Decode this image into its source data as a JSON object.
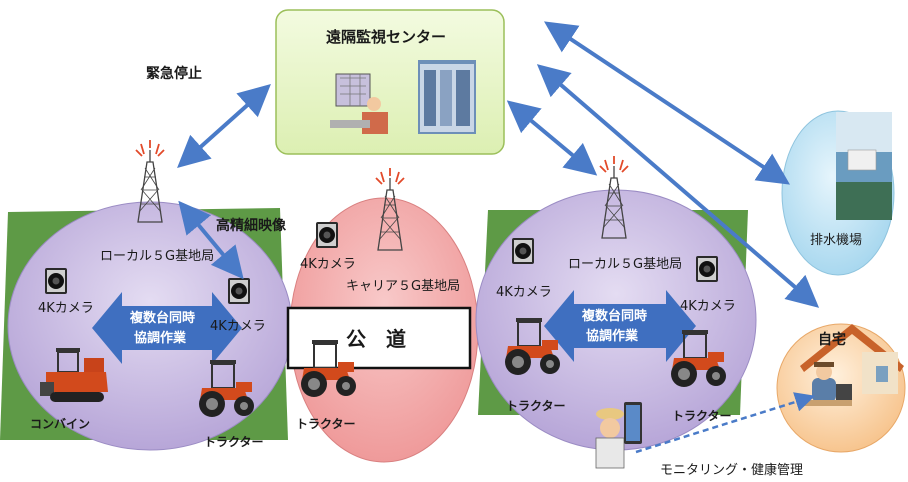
{
  "center": {
    "title": "遠隔監視センター"
  },
  "labels": {
    "emergency_stop": "緊急停止",
    "hd_video": "高精細映像",
    "monitoring": "モニタリング・健康管理",
    "pump_station": "排水機場",
    "home": "自宅",
    "public_road": "公　道"
  },
  "left_field": {
    "base_station": "ローカル５G基地局",
    "camera_left": "4Kカメラ",
    "camera_right": "4Kカメラ",
    "arrow_text_1": "複数台同時",
    "arrow_text_2": "協調作業",
    "vehicle_left": "コンバイン",
    "vehicle_right": "トラクター"
  },
  "middle_field": {
    "camera": "4Kカメラ",
    "base_station": "キャリア５G基地局",
    "vehicle": "トラクター"
  },
  "right_field": {
    "base_station": "ローカル５G基地局",
    "camera_left": "4Kカメラ",
    "camera_right": "4Kカメラ",
    "arrow_text_1": "複数台同時",
    "arrow_text_2": "協調作業",
    "vehicle_left": "トラクター",
    "vehicle_right": "トラクター"
  },
  "colors": {
    "field_green": "#5e9a46",
    "ellipse_purple": "#bfb0dc",
    "ellipse_pink": "#f2a3a3",
    "center_green": "#e8f5c8",
    "arrow_blue": "#4a7bc8",
    "big_arrow_blue": "#3f6fc0",
    "pump_blue": "#bfe4f4",
    "home_orange": "#fbd3a6",
    "tractor_orange": "#d24a1c"
  }
}
